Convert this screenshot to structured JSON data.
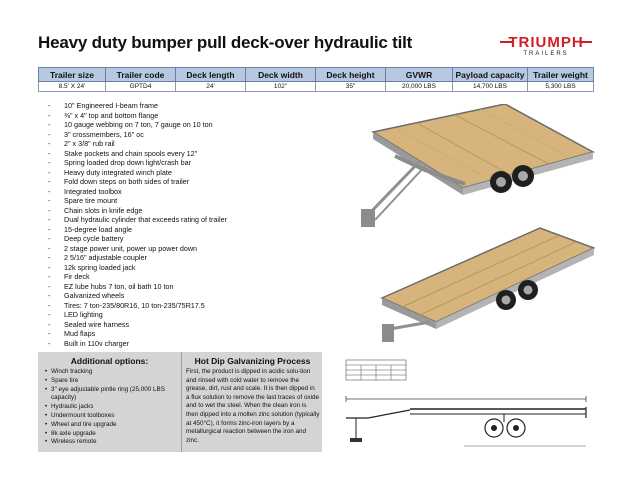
{
  "title": "Heavy duty bumper pull deck-over hydraulic tilt",
  "brand": {
    "name": "TRIUMPH",
    "tagline": "TRAILERS",
    "color": "#d21f26"
  },
  "specs": {
    "headers": [
      "Trailer size",
      "Trailer code",
      "Deck length",
      "Deck width",
      "Deck height",
      "GVWR",
      "Payload capacity",
      "Trailer weight"
    ],
    "row": [
      "8.5' X 24'",
      "GPTD4",
      "24'",
      "102\"",
      "35\"",
      "20,000 LBS",
      "14,700 LBS",
      "5,300 LBS"
    ]
  },
  "features": [
    "10\" Engineered I-beam frame",
    "⅜\" x 4\" top and bottom flange",
    "10 gauge webbing on 7 ton, 7 gauge on 10 ton",
    "3\" crossmembers, 16\" oc",
    "2\" x 3/8\" rub rail",
    "Stake pockets and chain spools every 12\"",
    "Spring loaded drop down light/crash bar",
    "Heavy duty integrated winch plate",
    "Fold down steps on both sides of trailer",
    "Integrated toolbox",
    "Spare tire mount",
    "Chain slots in knife edge",
    "Dual hydraulic cylinder that exceeds rating of trailer",
    "15-degree load angle",
    "Deep cycle battery",
    "2 stage power unit, power up power down",
    "2 5/16\" adjustable coupler",
    "12k spring loaded jack",
    "Fir deck",
    "EZ lube hubs 7 ton, oil bath 10 ton",
    "Galvanized wheels",
    "Tires: 7 ton-235/80R16, 10 ton-235/75R17.5",
    "LED lighting",
    "Sealed wire harness",
    "Mud flaps",
    "Built in 110v charger"
  ],
  "options": {
    "title": "Additional options:",
    "items": [
      "Winch tracking",
      "Spare tire",
      "3\" eye adjustable pintle ring (25,000 LBS capacity)",
      "Hydraulic jacks",
      "Undermount toolboxes",
      "Wheel and tire upgrade",
      "8k axle upgrade",
      "Wireless remote"
    ]
  },
  "galvanizing": {
    "title": "Hot Dip Galvanizing Process",
    "text": "First, the product is dipped in acidic solu-tion and rinsed with cold water to remove the grease, dirt, rust and scale. It is then dipped in a flux solution to remove the last traces of oxide and to wet the steel. When the clean iron is then dipped into a molten zinc solution (typically at 450°C), it forms zinc-iron layers by a metallurgical reaction between the iron and zinc."
  }
}
